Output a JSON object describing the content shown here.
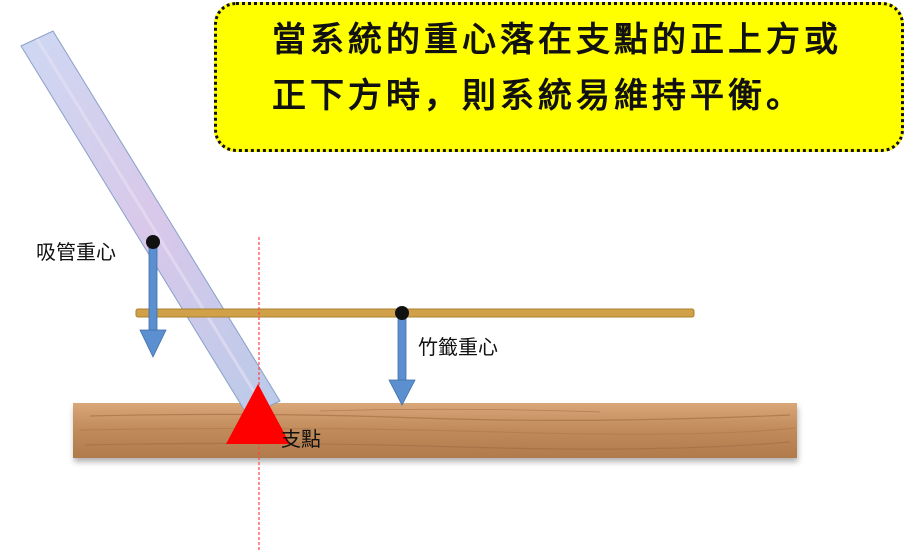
{
  "callout": {
    "line1": "當系統的重心落在支點的正上方或",
    "line2": "正下方時，則系統易維持平衡。"
  },
  "labels": {
    "straw_cog": "吸管重心",
    "skewer_cog": "竹籤重心",
    "fulcrum": "支點"
  },
  "colors": {
    "callout_fill": "#ffff00",
    "board": "#c08a5a",
    "skewer": "#d1a14a",
    "straw": "#c7d3ef",
    "arrow": "#5b8fcf",
    "fulcrum": "#ff0000",
    "plumb_line": "#ff4444"
  }
}
